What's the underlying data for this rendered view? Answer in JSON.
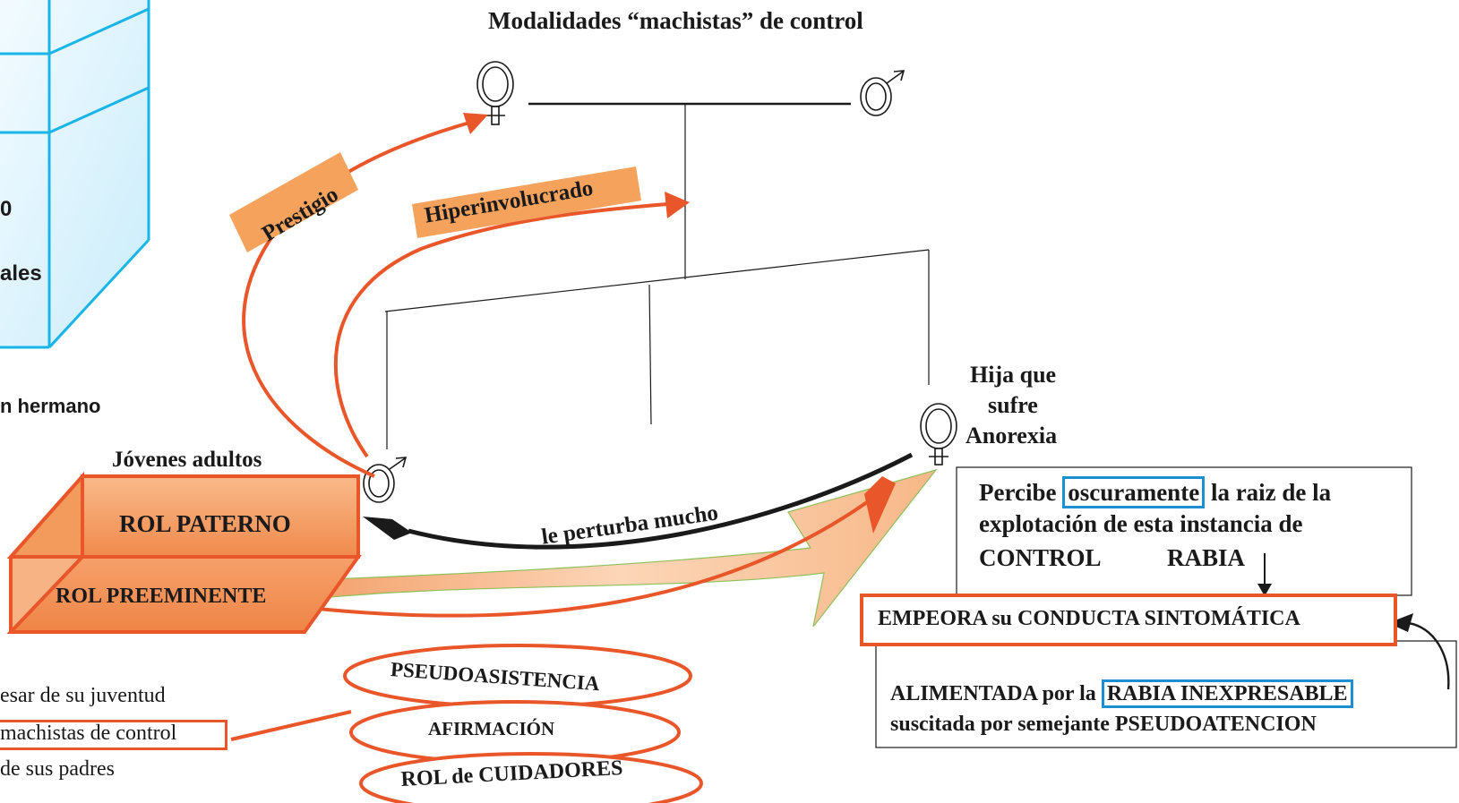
{
  "title": "Modalidades “machistas” de control",
  "left_panel": {
    "frag_number": "0",
    "frag_text": "ales",
    "frag_caption": "n hermano"
  },
  "labels": {
    "prestigio": "Prestigio",
    "hiperinvolucrado": "Hiperinvolucrado",
    "jovenes_adultos": "Jóvenes adultos",
    "rol_paterno": "ROL PATERNO",
    "rol_preeminente": "ROL PREEMINENTE",
    "le_perturba": "le perturba mucho",
    "hija_line1": "Hija que",
    "hija_line2": "sufre",
    "hija_line3": "Anorexia"
  },
  "ellipses": {
    "pseudo": "PSEUDOASISTENCIA",
    "afirmacion": "AFIRMACIÓN",
    "cuidadores": "ROL de CUIDADORES"
  },
  "percibe": {
    "pre": "Percibe",
    "highlight": "oscuramente",
    "post": "la raiz de la",
    "line2": "explotación de esta instancia de",
    "control": "CONTROL",
    "rabia": "RABIA"
  },
  "empeora": "EMPEORA su CONDUCTA SINTOMÁTICA",
  "alimentada": {
    "pre": "ALIMENTADA por la",
    "highlight": "RABIA INEXPRESABLE",
    "line2": "suscitada por semejante PSEUDOATENCION"
  },
  "bottom_left": {
    "line1": "esar de su juventud",
    "line2": "machistas de control",
    "line3": "de sus padres"
  },
  "colors": {
    "orange": "#e8562a",
    "orange_fill": "#f5a25d",
    "blue": "#1b8fd0",
    "light_blue": "#d4eefa"
  },
  "icons": {
    "female": "female-symbol-icon",
    "male": "male-symbol-icon"
  }
}
